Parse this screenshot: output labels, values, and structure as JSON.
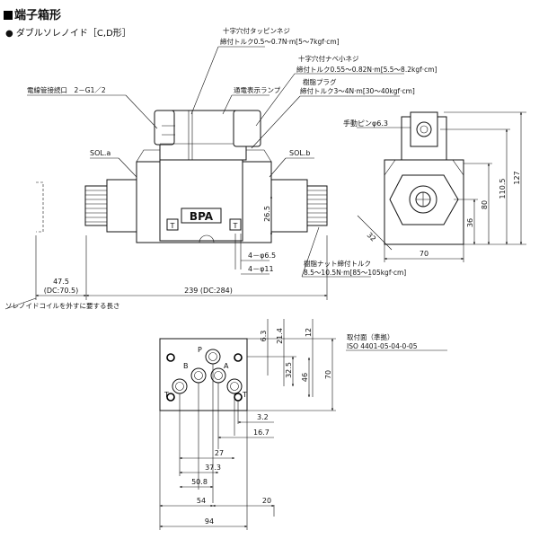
{
  "header": {
    "title": "端子箱形",
    "subtitle": "ダブルソレノイド［C,D形］"
  },
  "notes": {
    "screw1_title": "十字穴付タッピンネジ",
    "screw1_torque": "締付トルク0.5～0.7N·m[5～7kgf·cm]",
    "screw2_title": "十字穴付ナベ小ネジ",
    "screw2_torque": "締付トルク0.55～0.82N·m[5.5～8.2kgf·cm]",
    "plug_title": "樹脂プラグ",
    "plug_torque": "締付トルク3～4N·m[30～40kgf·cm]",
    "conduit": "電線管接続口　2－G1／2",
    "lamp": "通電表示ランプ",
    "manual_pin": "手動ピンφ6.3",
    "sol_a": "SOL.a",
    "sol_b": "SOL.b",
    "brand": "BPA",
    "nut_title": "樹脂ナット締付トルク",
    "nut_torque": "8.5～10.5N·m[85～105kgf·cm]",
    "coil_removal": "ソレノイドコイルを外すに要する長さ",
    "mounting_title": "取付面（準拠）",
    "mounting_std": "ISO 4401-05-04-0-05"
  },
  "dims_front": {
    "d47": "47.5",
    "d47dc": "(DC:70.5)",
    "d239": "239 (DC:284)",
    "d265": "26.5",
    "d4phi65": "4－φ6.5",
    "d4phi11": "4－φ11"
  },
  "dims_side": {
    "d127": "127",
    "d1105": "110.5",
    "d80": "80",
    "d36": "36",
    "d70": "70",
    "d32": "32"
  },
  "dims_bottom": {
    "v63": "6.3",
    "v214": "21.4",
    "v12": "12",
    "h325": "32.5",
    "h46": "46",
    "h70": "70",
    "d32": "3.2",
    "d167": "16.7",
    "d27": "27",
    "d373": "37.3",
    "d508": "50.8",
    "d54": "54",
    "d20": "20",
    "d94": "94"
  },
  "ports": {
    "p": "P",
    "a": "A",
    "b": "B",
    "t1": "T",
    "t2": "T"
  }
}
